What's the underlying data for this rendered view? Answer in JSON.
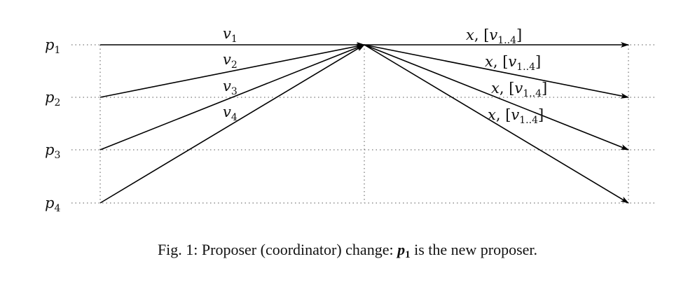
{
  "processes": [
    {
      "name": "p",
      "sub": "1"
    },
    {
      "name": "p",
      "sub": "2"
    },
    {
      "name": "p",
      "sub": "3"
    },
    {
      "name": "p",
      "sub": "4"
    }
  ],
  "phase1_labels": [
    {
      "name": "v",
      "sub": "1"
    },
    {
      "name": "v",
      "sub": "2"
    },
    {
      "name": "v",
      "sub": "3"
    },
    {
      "name": "v",
      "sub": "4"
    }
  ],
  "phase2_labels": [
    {
      "var": "x",
      "sep": ", [",
      "name": "v",
      "sub": "1..4",
      "close": "]"
    },
    {
      "var": "x",
      "sep": ", [",
      "name": "v",
      "sub": "1..4",
      "close": "]"
    },
    {
      "var": "x",
      "sep": ", [",
      "name": "v",
      "sub": "1..4",
      "close": "]"
    },
    {
      "var": "x",
      "sep": ", [",
      "name": "v",
      "sub": "1..4",
      "close": "]"
    }
  ],
  "caption": {
    "prefix": "Fig. 1: Proposer (coordinator) change: ",
    "var": "p",
    "sub": "1",
    "suffix": " is the new proposer."
  }
}
